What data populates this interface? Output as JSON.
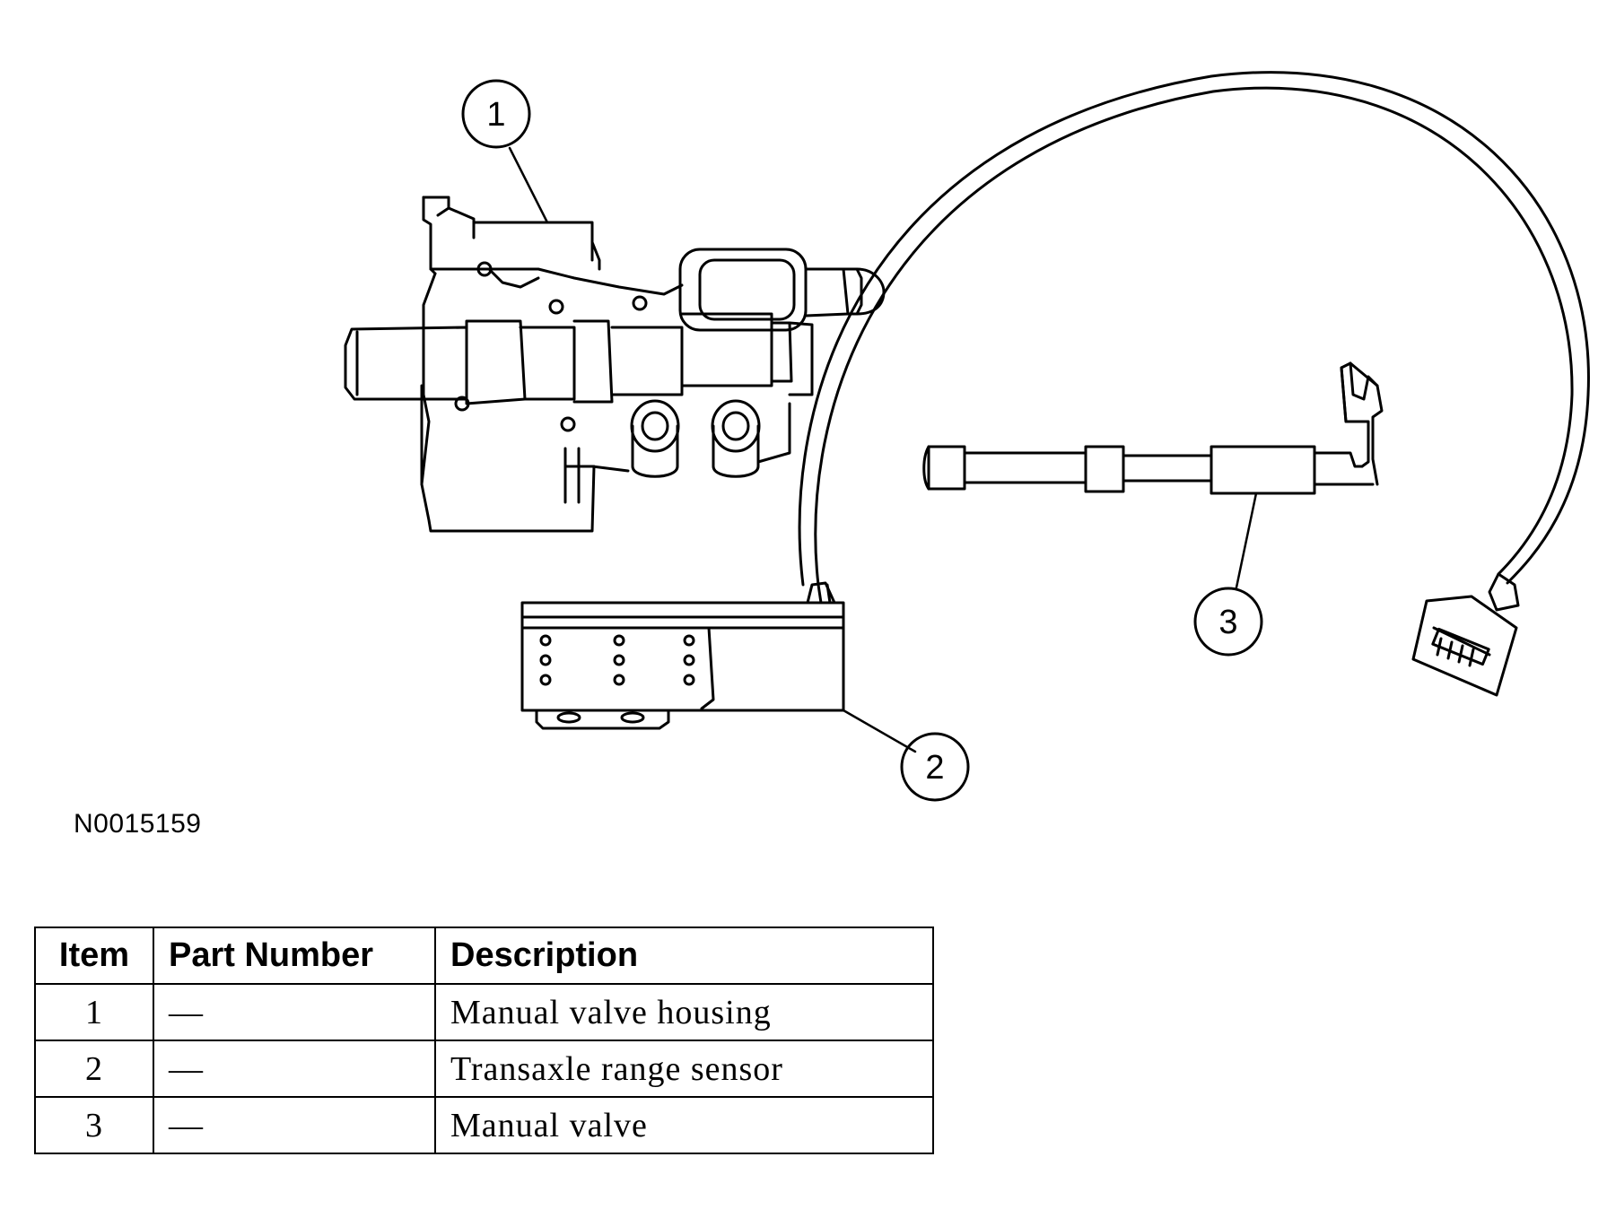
{
  "callouts": [
    "1",
    "2",
    "3"
  ],
  "figure_id": "N0015159",
  "table": {
    "headers": {
      "item": "Item",
      "part_number": "Part Number",
      "description": "Description"
    },
    "rows": [
      {
        "item": "1",
        "part_number": "—",
        "description": "Manual valve housing"
      },
      {
        "item": "2",
        "part_number": "—",
        "description": "Transaxle range sensor"
      },
      {
        "item": "3",
        "part_number": "—",
        "description": "Manual valve"
      }
    ]
  }
}
